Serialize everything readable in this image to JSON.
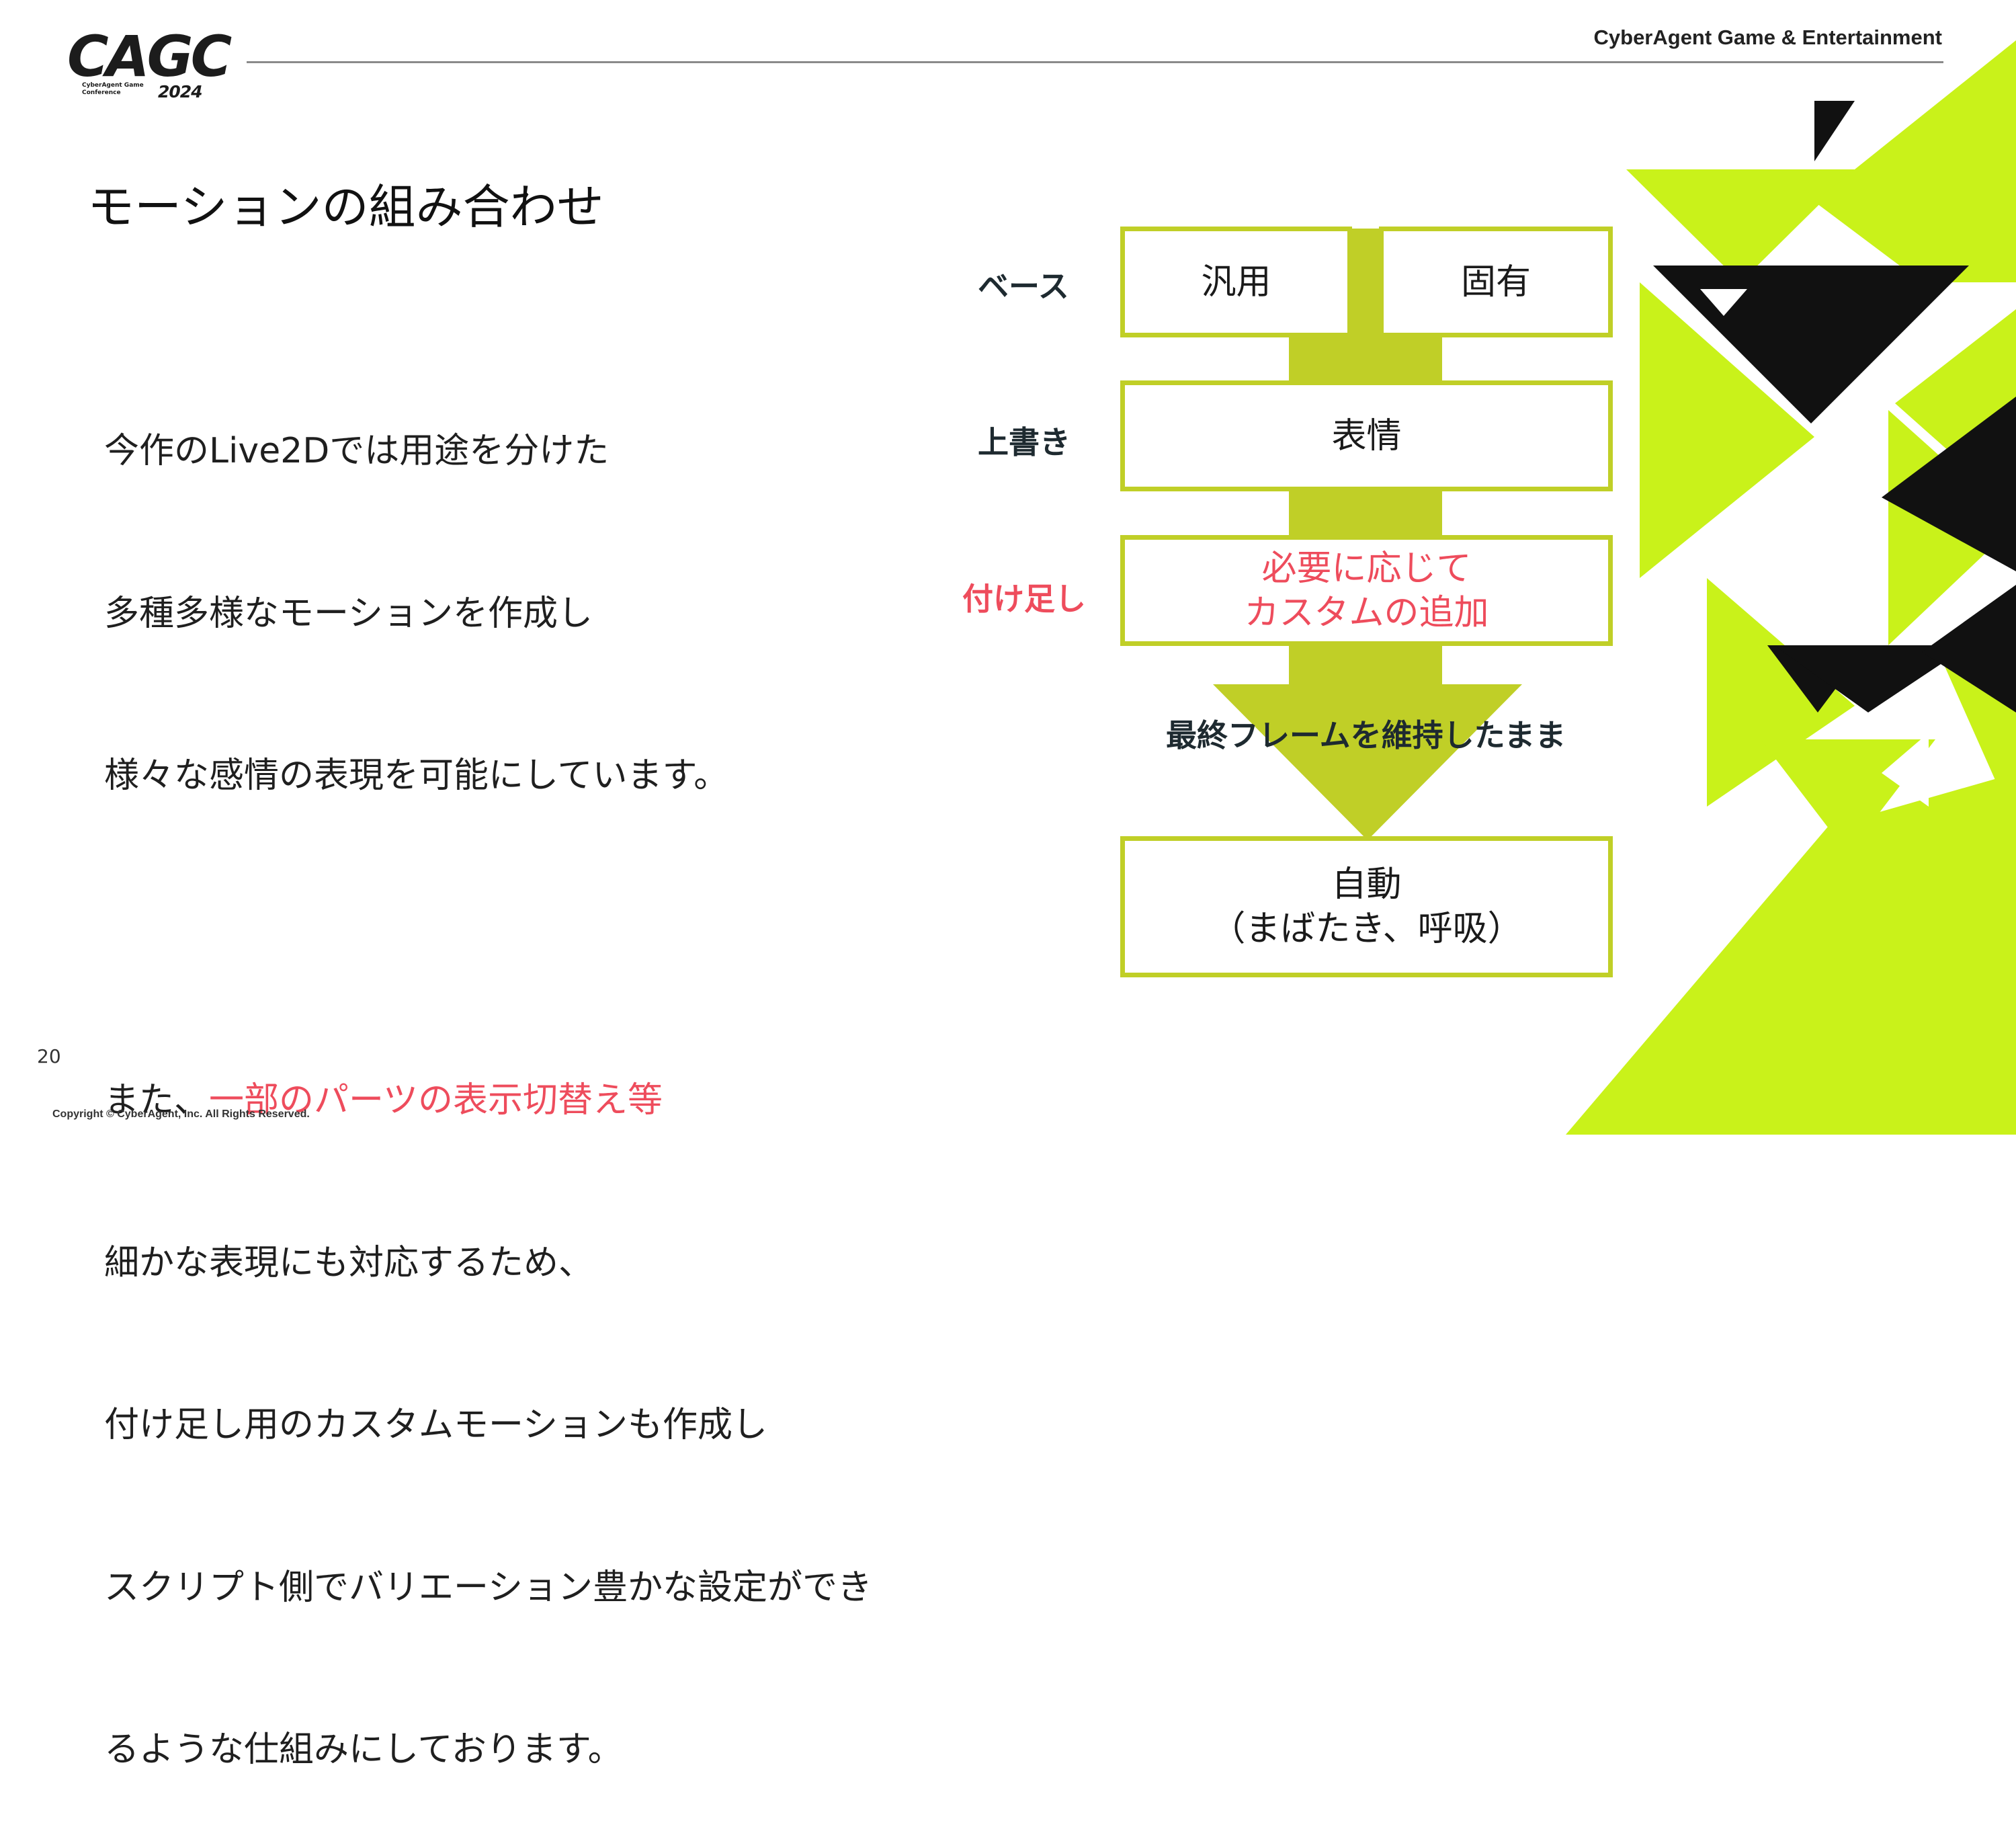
{
  "header": {
    "logo_text": "CAGC",
    "logo_sub": "CyberAgent Game Conference",
    "logo_year": "2024",
    "brand": "CyberAgent Game & Entertainment"
  },
  "slide": {
    "title": "モーションの組み合わせ",
    "paragraph1": [
      "今作のLive2Dでは用途を分けた",
      "多種多様なモーションを作成し",
      "様々な感情の表現を可能にしています。"
    ],
    "paragraph2_prefix": "また、",
    "paragraph2_highlight": "一部のパーツの表示切替え等",
    "paragraph2_rest": [
      "細かな表現にも対応するため、",
      "付け足し用のカスタムモーションも作成し",
      "スクリプト側でバリエーション豊かな設定ができ",
      "るような仕組みにしております。"
    ]
  },
  "diagram": {
    "labels": {
      "base": "ベース",
      "override": "上書き",
      "additive": "付け足し"
    },
    "boxes": {
      "generic": "汎用",
      "specific": "固有",
      "expression": "表情",
      "custom_line1": "必要に応じて",
      "custom_line2": "カスタムの追加",
      "auto_line1": "自動",
      "auto_line2": "（まばたき、呼吸）"
    },
    "arrow_text": "最終フレームを維持したまま",
    "colors": {
      "accent": "#c0cf27",
      "highlight": "#ee4c5c",
      "dark": "#111111"
    }
  },
  "footer": {
    "page_number": "20",
    "copyright": "Copyright © CyberAgent, Inc. All Rights Reserved."
  }
}
